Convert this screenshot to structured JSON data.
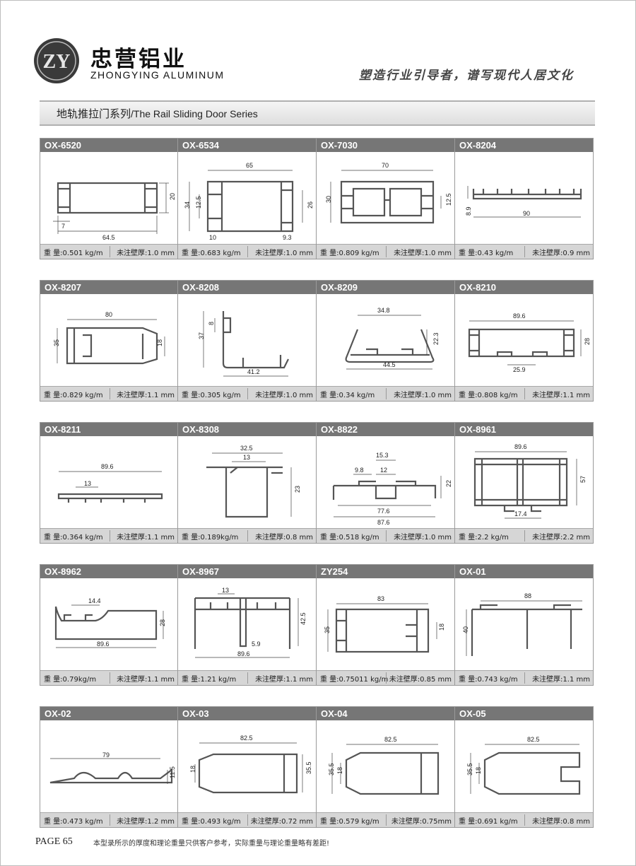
{
  "header": {
    "logo_text": "ZY",
    "brand_cn": "忠营铝业",
    "brand_en": "ZHONGYING ALUMINUM",
    "slogan": "塑造行业引导者，谱写现代人居文化"
  },
  "series": {
    "title_cn": "地轨推拉门系列",
    "title_en": "/The Rail Sliding Door Series"
  },
  "colors": {
    "header_bar": "#767676",
    "info_bar": "#d6d6d6",
    "profile_stroke": "#555555"
  },
  "profiles": [
    {
      "code": "OX-6520",
      "weight": "重  量:0.501 kg/m",
      "wall": "未注壁厚:1.0 mm",
      "dims": [
        "20",
        "7",
        "64.5"
      ]
    },
    {
      "code": "OX-6534",
      "weight": "重  量:0.683 kg/m",
      "wall": "未注壁厚:1.0 mm",
      "dims": [
        "65",
        "34",
        "12.5",
        "26",
        "10",
        "9.3"
      ]
    },
    {
      "code": "OX-7030",
      "weight": "重  量:0.809 kg/m",
      "wall": "未注壁厚:1.0 mm",
      "dims": [
        "70",
        "30",
        "12.5"
      ]
    },
    {
      "code": "OX-8204",
      "weight": "重  量:0.43 kg/m",
      "wall": "未注壁厚:0.9 mm",
      "dims": [
        "8.9",
        "90"
      ]
    },
    {
      "code": "OX-8207",
      "weight": "重  量:0.829 kg/m",
      "wall": "未注壁厚:1.1 mm",
      "dims": [
        "80",
        "35",
        "18"
      ]
    },
    {
      "code": "OX-8208",
      "weight": "重  量:0.305 kg/m",
      "wall": "未注壁厚:1.0 mm",
      "dims": [
        "8",
        "37",
        "41.2"
      ]
    },
    {
      "code": "OX-8209",
      "weight": "重  量:0.34 kg/m",
      "wall": "未注壁厚:1.0 mm",
      "dims": [
        "34.8",
        "22.3",
        "44.5"
      ]
    },
    {
      "code": "OX-8210",
      "weight": "重  量:0.808 kg/m",
      "wall": "未注壁厚:1.1 mm",
      "dims": [
        "89.6",
        "28",
        "25.9"
      ]
    },
    {
      "code": "OX-8211",
      "weight": "重  量:0.364 kg/m",
      "wall": "未注壁厚:1.1 mm",
      "dims": [
        "89.6",
        "13"
      ]
    },
    {
      "code": "OX-8308",
      "weight": "重  量:0.189kg/m",
      "wall": "未注壁厚:0.8 mm",
      "dims": [
        "32.5",
        "13",
        "23"
      ]
    },
    {
      "code": "OX-8822",
      "weight": "重  量:0.518 kg/m",
      "wall": "未注壁厚:1.0 mm",
      "dims": [
        "15.3",
        "9.8",
        "12",
        "22",
        "77.6",
        "87.6"
      ]
    },
    {
      "code": "OX-8961",
      "weight": "重  量:2.2 kg/m",
      "wall": "未注壁厚:2.2 mm",
      "dims": [
        "89.6",
        "57",
        "17.4"
      ]
    },
    {
      "code": "OX-8962",
      "weight": "重  量:0.79kg/m",
      "wall": "未注壁厚:1.1 mm",
      "dims": [
        "14.4",
        "28",
        "89.6"
      ]
    },
    {
      "code": "OX-8967",
      "weight": "重  量:1.21 kg/m",
      "wall": "未注壁厚:1.1 mm",
      "dims": [
        "13",
        "42.5",
        "5.9",
        "89.6"
      ]
    },
    {
      "code": "ZY254",
      "weight": "重  量:0.75011 kg/m",
      "wall": "未注壁厚:0.85 mm",
      "dims": [
        "83",
        "35",
        "18"
      ]
    },
    {
      "code": "OX-01",
      "weight": "重  量:0.743 kg/m",
      "wall": "未注壁厚:1.1 mm",
      "dims": [
        "88",
        "40"
      ]
    },
    {
      "code": "OX-02",
      "weight": "重  量:0.473 kg/m",
      "wall": "未注壁厚:1.2 mm",
      "dims": [
        "79",
        "11.5"
      ]
    },
    {
      "code": "OX-03",
      "weight": "重  量:0.493 kg/m",
      "wall": "未注壁厚:0.72 mm",
      "dims": [
        "82.5",
        "18",
        "35.5"
      ]
    },
    {
      "code": "OX-04",
      "weight": "重  量:0.579 kg/m",
      "wall": "未注壁厚:0.75mm",
      "dims": [
        "82.5",
        "35.5",
        "18"
      ]
    },
    {
      "code": "OX-05",
      "weight": "重  量:0.691 kg/m",
      "wall": "未注壁厚:0.8 mm",
      "dims": [
        "82.5",
        "35.5",
        "18"
      ]
    }
  ],
  "footer": {
    "page": "PAGE  65",
    "disclaimer": "本型录所示的厚度和理论重量只供客户参考，实际重量与理论重量略有差距!"
  }
}
